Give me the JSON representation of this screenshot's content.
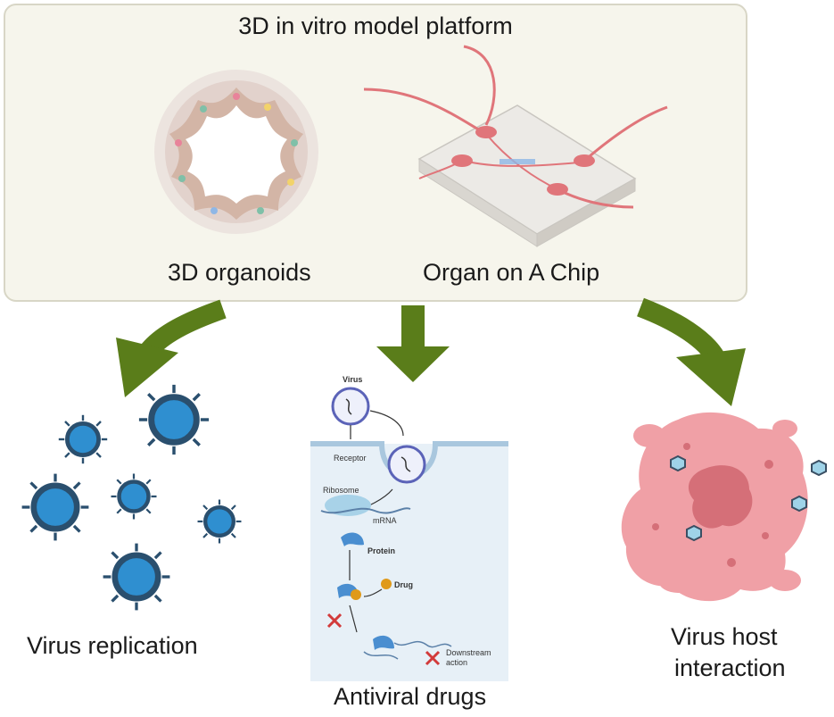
{
  "platform": {
    "title": "3D in vitro model platform",
    "left_label": "3D organoids",
    "right_label": "Organ on A Chip"
  },
  "outcomes": {
    "replication": "Virus replication",
    "antiviral": "Antiviral drugs",
    "host_line1": "Virus host",
    "host_line2": "interaction"
  },
  "mechanism": {
    "virus": "Virus",
    "receptor": "Receptor",
    "ribosome": "Ribosome",
    "mrna": "mRNA",
    "protein": "Protein",
    "drug": "Drug",
    "downstream_line1": "Downstream",
    "downstream_line2": "action"
  },
  "colors": {
    "arrow_green": "#5a7d1a",
    "virus_blue": "#2f8fd0",
    "virus_dark": "#2a4f6e",
    "chip_pink": "#e0757a",
    "cell_pink": "#f0a0a6"
  }
}
